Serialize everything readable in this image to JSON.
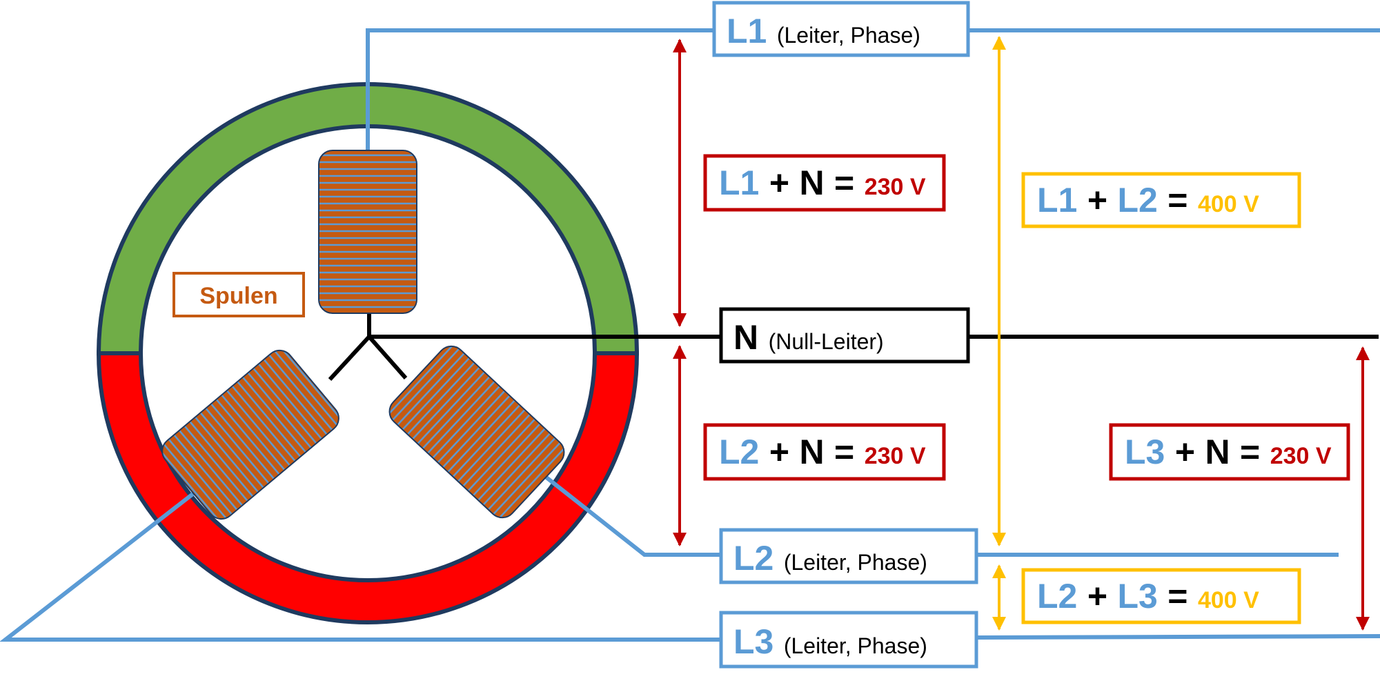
{
  "colors": {
    "phase": "#5b9bd5",
    "neutral": "#000000",
    "phase_neutral_voltage": "#c00000",
    "phase_phase_voltage": "#ffc000",
    "coil": "#c55a11",
    "ring_top": "#70ad47",
    "ring_bottom": "#ff0000",
    "ring_outline": "#1f3a5f"
  },
  "coil_label": "Spulen",
  "conductors": [
    {
      "id": "L1",
      "name": "L1",
      "desc": "(Leiter, Phase)"
    },
    {
      "id": "N",
      "name": "N",
      "desc": "(Null-Leiter)"
    },
    {
      "id": "L2",
      "name": "L2",
      "desc": "(Leiter, Phase)"
    },
    {
      "id": "L3",
      "name": "L3",
      "desc": "(Leiter, Phase)"
    }
  ],
  "voltages": {
    "l1_n": {
      "a": "L1",
      "plus": "+",
      "b": "N",
      "eq": "=",
      "value": "230 V"
    },
    "l2_n": {
      "a": "L2",
      "plus": "+",
      "b": "N",
      "eq": "=",
      "value": "230 V"
    },
    "l3_n": {
      "a": "L3",
      "plus": "+",
      "b": "N",
      "eq": "=",
      "value": "230 V"
    },
    "l1_l2": {
      "a": "L1",
      "plus": "+",
      "b": "L2",
      "eq": "=",
      "value": "400 V"
    },
    "l2_l3": {
      "a": "L2",
      "plus": "+",
      "b": "L3",
      "eq": "=",
      "value": "400 V"
    }
  }
}
